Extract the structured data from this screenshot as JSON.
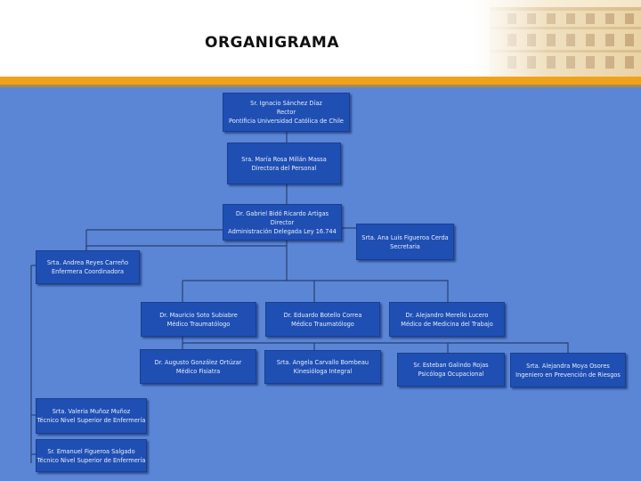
{
  "header": {
    "title": "ORGANIGRAMA"
  },
  "nodes": {
    "rector": {
      "line1": "Sr. Ignacio Sánchez Díaz",
      "line2": "Rector",
      "line3": "Pontificia Universidad Católica de Chile"
    },
    "personas": {
      "line1": "Sra. María Rosa Millán Massa",
      "line2": "Directora del Personal"
    },
    "director": {
      "line1": "Dr. Gabriel Bidó Ricardo Artigas",
      "line2": "Director",
      "line3": "Administración Delegada Ley 16.744"
    },
    "secretaria": {
      "line1": "Srta. Ana Luis Figueroa Cerda",
      "line2": "Secretaria"
    },
    "enfermera": {
      "line1": "Srta. Andrea Reyes Carreño",
      "line2": "Enfermera Coordinadora"
    },
    "medico1": {
      "line1": "Dr. Mauricio Soto Subiabre",
      "line2": "Médico Traumatólogo"
    },
    "medico2": {
      "line1": "Dr. Eduardo Botello Correa",
      "line2": "Médico Traumatólogo"
    },
    "medico3": {
      "line1": "Dr. Alejandro Merello Lucero",
      "line2": "Médico de Medicina del Trabajo"
    },
    "fisiatra": {
      "line1": "Dr. Augusto González Ortúzar",
      "line2": "Médico Fisiatra"
    },
    "kine": {
      "line1": "Srta. Angela Carvallo Bombeau",
      "line2": "Kinesióloga Integral"
    },
    "psico": {
      "line1": "Sr. Esteban Galindo Rojas",
      "line2": "Psicóloga Ocupacional"
    },
    "ingeniero": {
      "line1": "Srta. Alejandra Moya Osores",
      "line2": "Ingeniero en Prevención de Riesgos"
    },
    "tecnico1": {
      "line1": "Srta. Valeria Muñoz Muñoz",
      "line2": "Técnico Nivel Superior de Enfermería"
    },
    "tecnico2": {
      "line1": "Sr. Emanuel Figueroa Salgado",
      "line2": "Técnico Nivel Superior de Enfermería"
    }
  }
}
